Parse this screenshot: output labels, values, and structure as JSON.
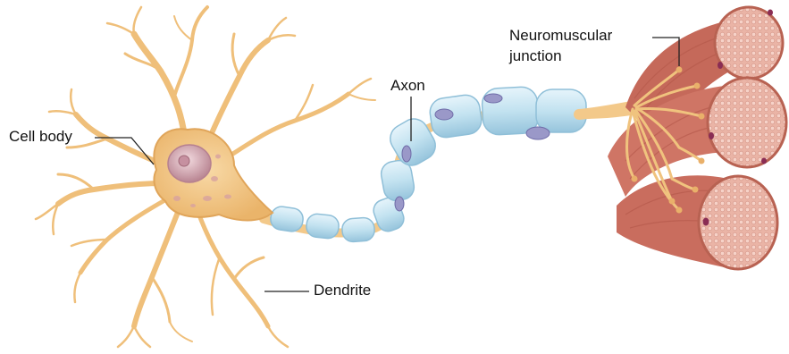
{
  "labels": {
    "cell_body": "Cell body",
    "axon": "Axon",
    "dendrite": "Dendrite",
    "neuromuscular_junction_line1": "Neuromuscular",
    "neuromuscular_junction_line2": "junction"
  },
  "colors": {
    "neuron_body": "#f2c98a",
    "neuron_outline": "#e3a95a",
    "nucleus": "#d8a7b0",
    "myelin": "#bfe0ef",
    "myelin_outline": "#8fbfd8",
    "schwann_nucleus": "#8f8fc0",
    "muscle": "#d9796a",
    "muscle_fiber": "#eeb0a3",
    "leader_line": "#222222"
  }
}
